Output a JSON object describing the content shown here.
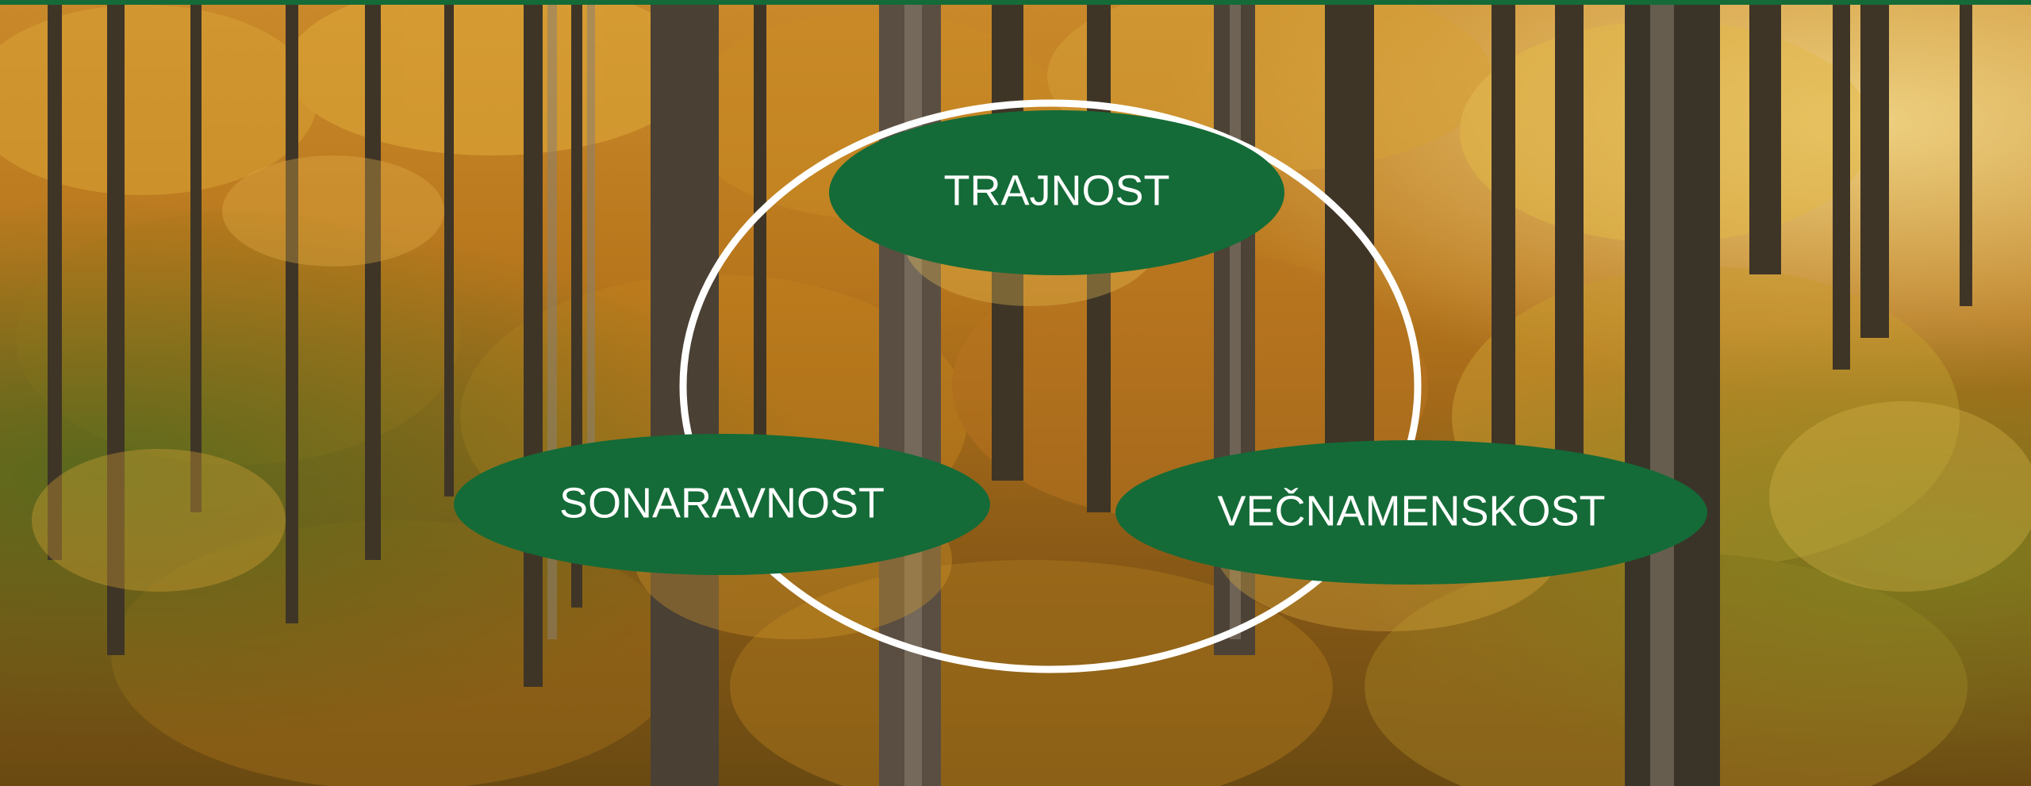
{
  "colors": {
    "accent": "#146b37",
    "ring": "#ffffff",
    "label": "#ffffff"
  },
  "diagram": {
    "type": "cycle",
    "nodes": [
      {
        "id": "top",
        "label": "TRAJNOST"
      },
      {
        "id": "left",
        "label": "SONARAVNOST"
      },
      {
        "id": "right",
        "label": "VEČNAMENSKOST"
      }
    ]
  }
}
